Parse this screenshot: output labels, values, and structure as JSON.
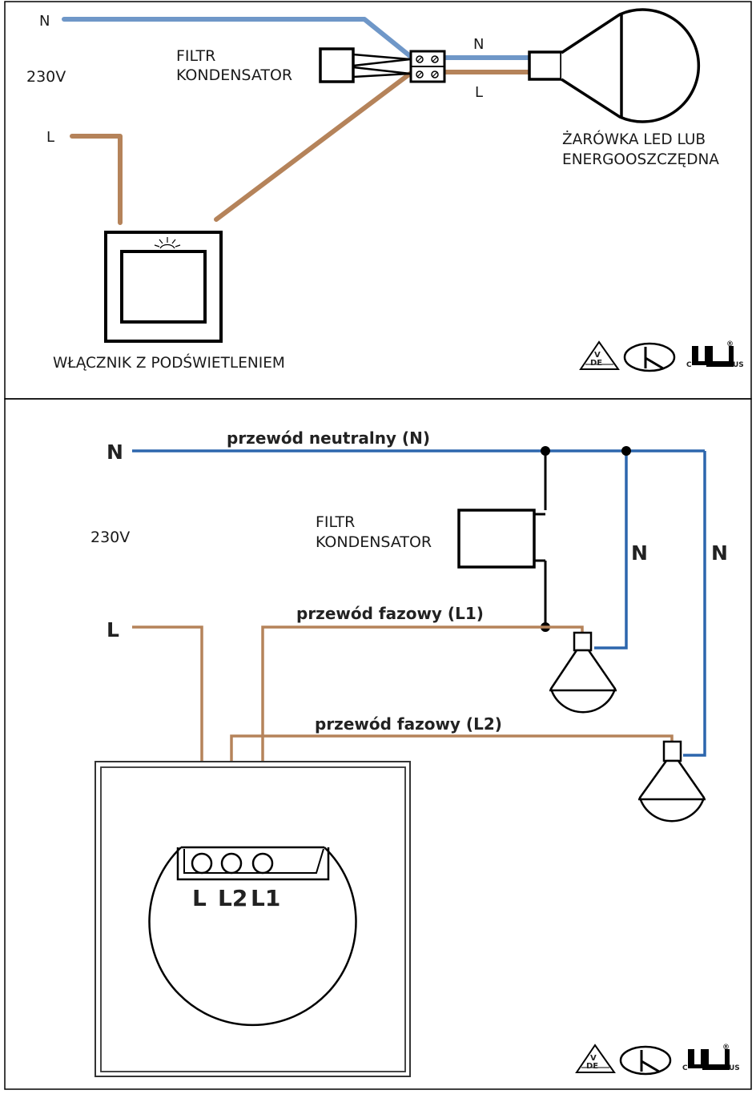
{
  "top": {
    "n_label": "N",
    "l_label": "L",
    "voltage": "230V",
    "filter_line1": "FILTR",
    "filter_line2": "KONDENSATOR",
    "bulb_n": "N",
    "bulb_l": "L",
    "bulb_line1": "ŻARÓWKA LED LUB",
    "bulb_line2": "ENERGOOSZCZĘDNA",
    "switch_caption": "WŁĄCZNIK Z PODŚWIETLENIEM"
  },
  "bottom": {
    "n_label": "N",
    "l_label": "L",
    "voltage": "230V",
    "neutral_wire": "przewód neutralny (N)",
    "phase_l1": "przewód fazowy (L1)",
    "phase_l2": "przewód fazowy (L2)",
    "filter_line1": "FILTR",
    "filter_line2": "KONDENSATOR",
    "branch_n1": "N",
    "branch_n2": "N",
    "terminal_l": "L",
    "terminal_l2": "L2",
    "terminal_l1": "L1"
  },
  "cert": {
    "vde_top": "V",
    "vde_bottom": "DE",
    "c_mark": "C",
    "us_mark": "US",
    "r_mark": "®"
  },
  "colors": {
    "neutral_top": "#6f97c8",
    "neutral_bottom": "#2d66ad",
    "phase": "#b5835a",
    "outline": "#000000"
  }
}
